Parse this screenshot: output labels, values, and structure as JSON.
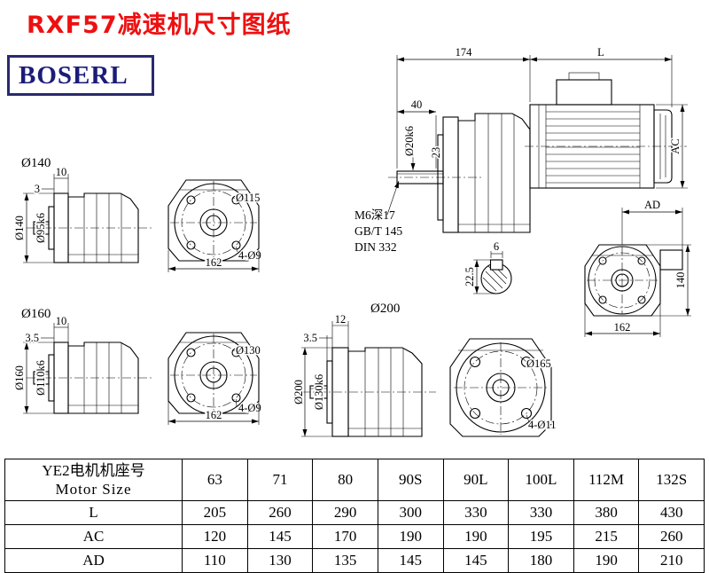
{
  "page": {
    "title": "RXF57减速机尺寸图纸",
    "logo": "BOSERL"
  },
  "views": {
    "v140": {
      "label": "Ø140",
      "dim_flange": "10",
      "dim_step": "3",
      "dim_outer": "Ø140",
      "dim_spigot": "Ø95k6",
      "front_bolt_circle": "Ø115",
      "front_holes": "4-Ø9",
      "front_width": "162"
    },
    "v160": {
      "label": "Ø160",
      "dim_flange": "10",
      "dim_step": "3.5",
      "dim_outer": "Ø160",
      "dim_spigot": "Ø110k6",
      "front_bolt_circle": "Ø130",
      "front_holes": "4-Ø9",
      "front_width": "162"
    },
    "v200": {
      "label": "Ø200",
      "dim_flange": "12",
      "dim_step": "3.5",
      "dim_outer": "Ø200",
      "dim_spigot": "Ø130k6",
      "front_bolt_circle": "Ø165",
      "front_holes": "4-Ø11"
    },
    "assembly": {
      "dim_length_gear": "174",
      "dim_length_motor": "L",
      "dim_shaft_length": "40",
      "dim_shaft_dia": "Ø20k6",
      "dim_shaft_note": "23",
      "dim_motor_height": "AC",
      "tap_note": "M6深17",
      "standard_gb": "GB/T 145",
      "standard_din": "DIN 332",
      "key_width": "6",
      "key_height": "22.5"
    },
    "rear": {
      "dim_ad": "AD",
      "dim_height": "140",
      "dim_width": "162"
    }
  },
  "table": {
    "header_cn": "YE2电机机座号",
    "header_en": "Motor Size",
    "columns": [
      "63",
      "71",
      "80",
      "90S",
      "90L",
      "100L",
      "112M",
      "132S"
    ],
    "rows": [
      {
        "label": "L",
        "values": [
          "205",
          "260",
          "290",
          "300",
          "330",
          "330",
          "380",
          "430"
        ]
      },
      {
        "label": "AC",
        "values": [
          "120",
          "145",
          "170",
          "190",
          "190",
          "195",
          "215",
          "260"
        ]
      },
      {
        "label": "AD",
        "values": [
          "110",
          "130",
          "135",
          "145",
          "145",
          "180",
          "190",
          "210"
        ]
      }
    ]
  }
}
